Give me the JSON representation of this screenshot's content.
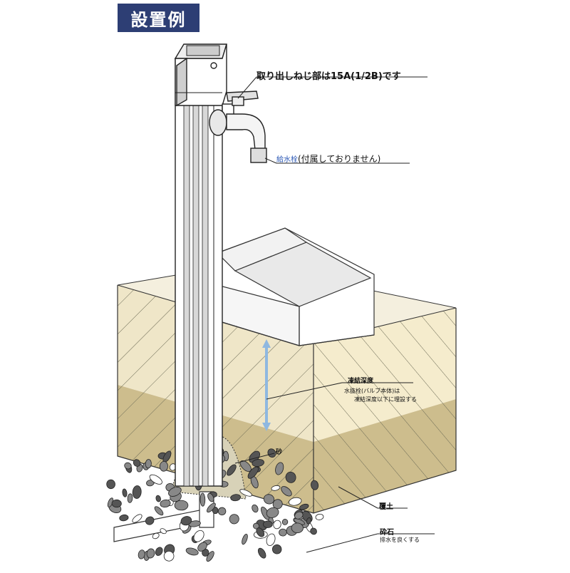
{
  "title": "設置例",
  "labels": {
    "thread": "取り出しねじ部は15A(1/2B)です",
    "faucet_name": "給水栓",
    "faucet_note": "(付属しておりません)",
    "frost_depth": "凍結深度",
    "frost_note_1": "水抜栓(バルブ本体)は",
    "frost_note_2": "凍結深度以下に埋設する",
    "sand": "砂",
    "backfill": "覆土",
    "gravel": "砕石",
    "gravel_note": "排水を良くする"
  },
  "colors": {
    "title_bg": "#2d3e74",
    "soil_top": "#efe6c8",
    "soil_bottom": "#cdbd8d",
    "soil_side": "#f5eccd",
    "arrow": "#8fb8e0",
    "accent_blue": "#2a57b5"
  }
}
